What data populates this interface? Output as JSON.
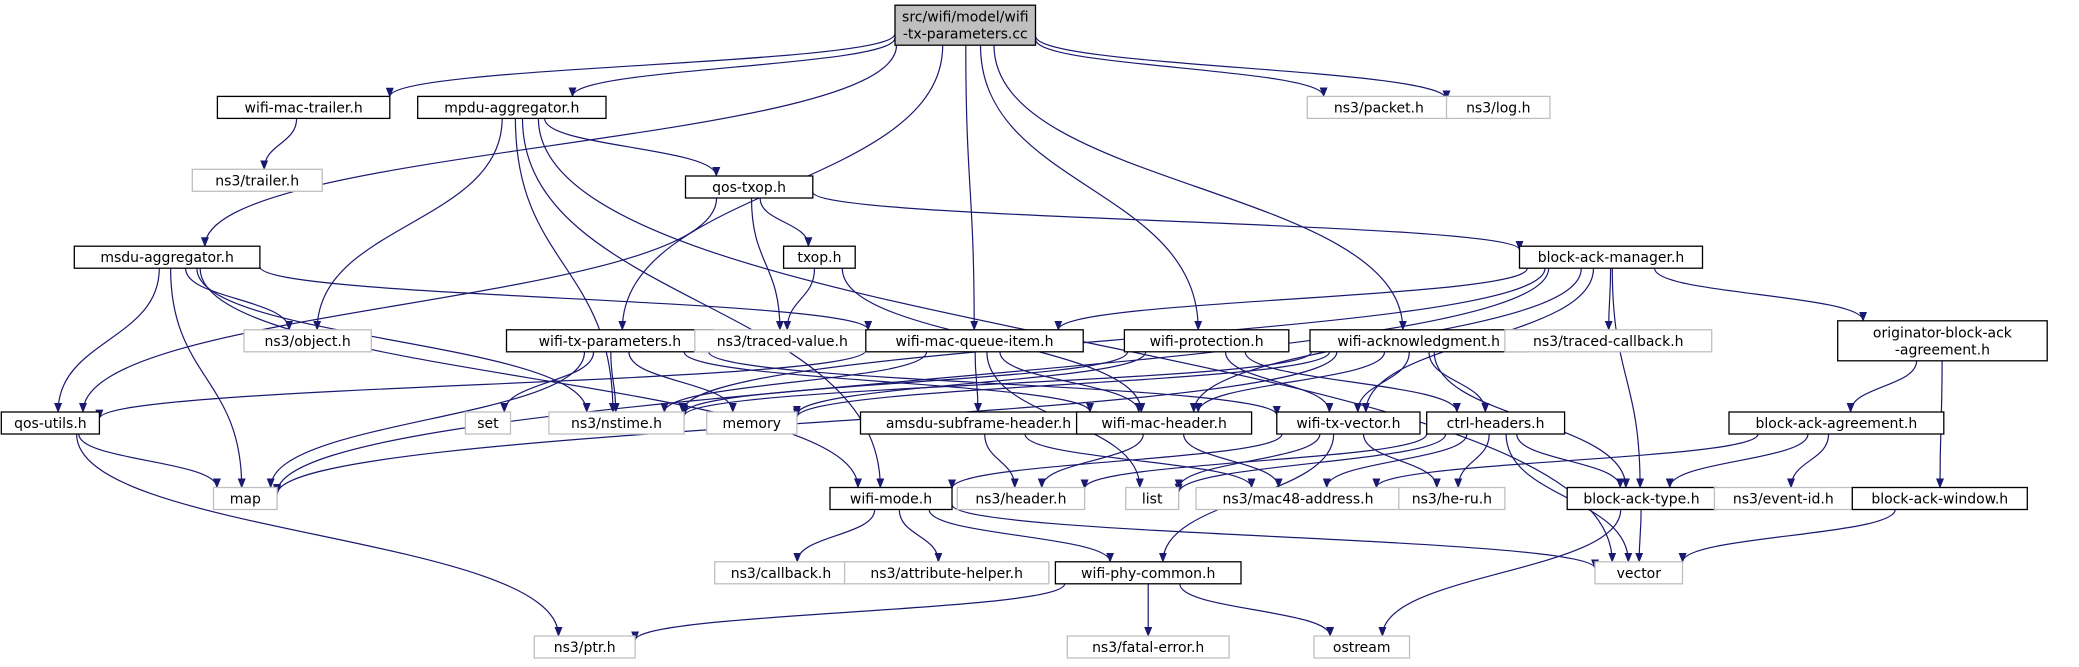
{
  "colors": {
    "edge": "#191970",
    "root_fill": "#bfbfbf",
    "node_border": "#000000",
    "external_border": "#bfbfbf",
    "text": "#000000",
    "background": "#ffffff"
  },
  "graph": {
    "nodes": [
      {
        "id": "root",
        "lines": [
          "src/wifi/model/wifi",
          "-tx-parameters.cc"
        ],
        "style": "root"
      },
      {
        "id": "wifi-mac-trailer",
        "lines": [
          "wifi-mac-trailer.h"
        ],
        "style": "normal"
      },
      {
        "id": "mpdu-aggregator",
        "lines": [
          "mpdu-aggregator.h"
        ],
        "style": "normal"
      },
      {
        "id": "ns3-packet",
        "lines": [
          "ns3/packet.h"
        ],
        "style": "external"
      },
      {
        "id": "ns3-log",
        "lines": [
          "ns3/log.h"
        ],
        "style": "external"
      },
      {
        "id": "ns3-trailer",
        "lines": [
          "ns3/trailer.h"
        ],
        "style": "external"
      },
      {
        "id": "qos-txop",
        "lines": [
          "qos-txop.h"
        ],
        "style": "normal"
      },
      {
        "id": "txop",
        "lines": [
          "txop.h"
        ],
        "style": "normal"
      },
      {
        "id": "msdu-aggregator",
        "lines": [
          "msdu-aggregator.h"
        ],
        "style": "normal"
      },
      {
        "id": "block-ack-manager",
        "lines": [
          "block-ack-manager.h"
        ],
        "style": "normal"
      },
      {
        "id": "ns3-object",
        "lines": [
          "ns3/object.h"
        ],
        "style": "external"
      },
      {
        "id": "wifi-tx-parameters",
        "lines": [
          "wifi-tx-parameters.h"
        ],
        "style": "normal"
      },
      {
        "id": "ns3-traced-value",
        "lines": [
          "ns3/traced-value.h"
        ],
        "style": "external"
      },
      {
        "id": "wifi-mac-queue-item",
        "lines": [
          "wifi-mac-queue-item.h"
        ],
        "style": "normal"
      },
      {
        "id": "wifi-protection",
        "lines": [
          "wifi-protection.h"
        ],
        "style": "normal"
      },
      {
        "id": "wifi-acknowledgment",
        "lines": [
          "wifi-acknowledgment.h"
        ],
        "style": "normal"
      },
      {
        "id": "ns3-traced-callback",
        "lines": [
          "ns3/traced-callback.h"
        ],
        "style": "external"
      },
      {
        "id": "originator-block-ack",
        "lines": [
          "originator-block-ack",
          "-agreement.h"
        ],
        "style": "normal"
      },
      {
        "id": "qos-utils",
        "lines": [
          "qos-utils.h"
        ],
        "style": "normal"
      },
      {
        "id": "set",
        "lines": [
          "set"
        ],
        "style": "external"
      },
      {
        "id": "ns3-nstime",
        "lines": [
          "ns3/nstime.h"
        ],
        "style": "external"
      },
      {
        "id": "memory",
        "lines": [
          "memory"
        ],
        "style": "external"
      },
      {
        "id": "amsdu-subframe-header",
        "lines": [
          "amsdu-subframe-header.h"
        ],
        "style": "normal"
      },
      {
        "id": "wifi-mac-header",
        "lines": [
          "wifi-mac-header.h"
        ],
        "style": "normal"
      },
      {
        "id": "wifi-tx-vector",
        "lines": [
          "wifi-tx-vector.h"
        ],
        "style": "normal"
      },
      {
        "id": "ctrl-headers",
        "lines": [
          "ctrl-headers.h"
        ],
        "style": "normal"
      },
      {
        "id": "block-ack-agreement",
        "lines": [
          "block-ack-agreement.h"
        ],
        "style": "normal"
      },
      {
        "id": "map",
        "lines": [
          "map"
        ],
        "style": "external"
      },
      {
        "id": "wifi-mode",
        "lines": [
          "wifi-mode.h"
        ],
        "style": "normal"
      },
      {
        "id": "ns3-header",
        "lines": [
          "ns3/header.h"
        ],
        "style": "external"
      },
      {
        "id": "list",
        "lines": [
          "list"
        ],
        "style": "external"
      },
      {
        "id": "ns3-mac48-address",
        "lines": [
          "ns3/mac48-address.h"
        ],
        "style": "external"
      },
      {
        "id": "ns3-he-ru",
        "lines": [
          "ns3/he-ru.h"
        ],
        "style": "external"
      },
      {
        "id": "block-ack-type",
        "lines": [
          "block-ack-type.h"
        ],
        "style": "normal"
      },
      {
        "id": "ns3-event-id",
        "lines": [
          "ns3/event-id.h"
        ],
        "style": "external"
      },
      {
        "id": "block-ack-window",
        "lines": [
          "block-ack-window.h"
        ],
        "style": "normal"
      },
      {
        "id": "ns3-callback",
        "lines": [
          "ns3/callback.h"
        ],
        "style": "external"
      },
      {
        "id": "ns3-attribute-helper",
        "lines": [
          "ns3/attribute-helper.h"
        ],
        "style": "external"
      },
      {
        "id": "wifi-phy-common",
        "lines": [
          "wifi-phy-common.h"
        ],
        "style": "normal"
      },
      {
        "id": "vector",
        "lines": [
          "vector"
        ],
        "style": "external"
      },
      {
        "id": "ns3-ptr",
        "lines": [
          "ns3/ptr.h"
        ],
        "style": "external"
      },
      {
        "id": "ns3-fatal-error",
        "lines": [
          "ns3/fatal-error.h"
        ],
        "style": "external"
      },
      {
        "id": "ostream",
        "lines": [
          "ostream"
        ],
        "style": "external"
      }
    ],
    "edges": [
      [
        "root",
        "wifi-mac-trailer"
      ],
      [
        "root",
        "mpdu-aggregator"
      ],
      [
        "root",
        "msdu-aggregator"
      ],
      [
        "root",
        "wifi-tx-parameters"
      ],
      [
        "root",
        "wifi-mac-queue-item"
      ],
      [
        "root",
        "wifi-protection"
      ],
      [
        "root",
        "wifi-acknowledgment"
      ],
      [
        "root",
        "ns3-packet"
      ],
      [
        "root",
        "ns3-log"
      ],
      [
        "wifi-mac-trailer",
        "ns3-trailer"
      ],
      [
        "mpdu-aggregator",
        "qos-txop"
      ],
      [
        "mpdu-aggregator",
        "ns3-object"
      ],
      [
        "mpdu-aggregator",
        "ns3-nstime"
      ],
      [
        "mpdu-aggregator",
        "wifi-mode"
      ],
      [
        "mpdu-aggregator",
        "vector"
      ],
      [
        "qos-txop",
        "txop"
      ],
      [
        "qos-txop",
        "qos-utils"
      ],
      [
        "qos-txop",
        "block-ack-manager"
      ],
      [
        "qos-txop",
        "ns3-traced-value"
      ],
      [
        "txop",
        "ns3-traced-value"
      ],
      [
        "txop",
        "wifi-mac-header"
      ],
      [
        "msdu-aggregator",
        "ns3-object"
      ],
      [
        "msdu-aggregator",
        "wifi-mac-queue-item"
      ],
      [
        "msdu-aggregator",
        "qos-utils"
      ],
      [
        "msdu-aggregator",
        "map"
      ],
      [
        "msdu-aggregator",
        "wifi-mode"
      ],
      [
        "msdu-aggregator",
        "ns3-nstime"
      ],
      [
        "block-ack-manager",
        "wifi-mac-queue-item"
      ],
      [
        "block-ack-manager",
        "ns3-traced-callback"
      ],
      [
        "block-ack-manager",
        "originator-block-ack"
      ],
      [
        "block-ack-manager",
        "block-ack-type"
      ],
      [
        "block-ack-manager",
        "wifi-tx-vector"
      ],
      [
        "block-ack-manager",
        "wifi-mac-header"
      ],
      [
        "block-ack-manager",
        "ns3-nstime"
      ],
      [
        "block-ack-manager",
        "map"
      ],
      [
        "wifi-tx-parameters",
        "wifi-tx-vector"
      ],
      [
        "wifi-tx-parameters",
        "wifi-mac-header"
      ],
      [
        "wifi-tx-parameters",
        "ns3-nstime"
      ],
      [
        "wifi-tx-parameters",
        "memory"
      ],
      [
        "wifi-tx-parameters",
        "set"
      ],
      [
        "wifi-tx-parameters",
        "map"
      ],
      [
        "wifi-mac-queue-item",
        "ns3-nstime"
      ],
      [
        "wifi-mac-queue-item",
        "wifi-mac-header"
      ],
      [
        "wifi-mac-queue-item",
        "amsdu-subframe-header"
      ],
      [
        "wifi-mac-queue-item",
        "list"
      ],
      [
        "wifi-mac-queue-item",
        "qos-utils"
      ],
      [
        "wifi-protection",
        "ns3-nstime"
      ],
      [
        "wifi-protection",
        "memory"
      ],
      [
        "wifi-protection",
        "wifi-tx-vector"
      ],
      [
        "wifi-protection",
        "ctrl-headers"
      ],
      [
        "wifi-acknowledgment",
        "ns3-nstime"
      ],
      [
        "wifi-acknowledgment",
        "wifi-mac-header"
      ],
      [
        "wifi-acknowledgment",
        "wifi-tx-vector"
      ],
      [
        "wifi-acknowledgment",
        "ctrl-headers"
      ],
      [
        "wifi-acknowledgment",
        "block-ack-type"
      ],
      [
        "wifi-acknowledgment",
        "memory"
      ],
      [
        "wifi-acknowledgment",
        "map"
      ],
      [
        "originator-block-ack",
        "block-ack-agreement"
      ],
      [
        "originator-block-ack",
        "block-ack-window"
      ],
      [
        "qos-utils",
        "map"
      ],
      [
        "qos-utils",
        "ns3-ptr"
      ],
      [
        "amsdu-subframe-header",
        "ns3-header"
      ],
      [
        "amsdu-subframe-header",
        "ns3-mac48-address"
      ],
      [
        "wifi-mac-header",
        "ns3-header"
      ],
      [
        "wifi-mac-header",
        "ns3-mac48-address"
      ],
      [
        "wifi-tx-vector",
        "wifi-mode"
      ],
      [
        "wifi-tx-vector",
        "list"
      ],
      [
        "wifi-tx-vector",
        "ns3-he-ru"
      ],
      [
        "wifi-tx-vector",
        "wifi-phy-common"
      ],
      [
        "ctrl-headers",
        "list"
      ],
      [
        "ctrl-headers",
        "ns3-header"
      ],
      [
        "ctrl-headers",
        "ns3-mac48-address"
      ],
      [
        "ctrl-headers",
        "ns3-he-ru"
      ],
      [
        "ctrl-headers",
        "block-ack-type"
      ],
      [
        "ctrl-headers",
        "vector"
      ],
      [
        "block-ack-agreement",
        "block-ack-type"
      ],
      [
        "block-ack-agreement",
        "ns3-mac48-address"
      ],
      [
        "block-ack-agreement",
        "ns3-event-id"
      ],
      [
        "block-ack-type",
        "vector"
      ],
      [
        "block-ack-type",
        "ostream"
      ],
      [
        "block-ack-window",
        "vector"
      ],
      [
        "wifi-mode",
        "ns3-callback"
      ],
      [
        "wifi-mode",
        "ns3-attribute-helper"
      ],
      [
        "wifi-mode",
        "wifi-phy-common"
      ],
      [
        "wifi-mode",
        "vector"
      ],
      [
        "wifi-phy-common",
        "ns3-ptr"
      ],
      [
        "wifi-phy-common",
        "ns3-fatal-error"
      ],
      [
        "wifi-phy-common",
        "ostream"
      ]
    ]
  }
}
